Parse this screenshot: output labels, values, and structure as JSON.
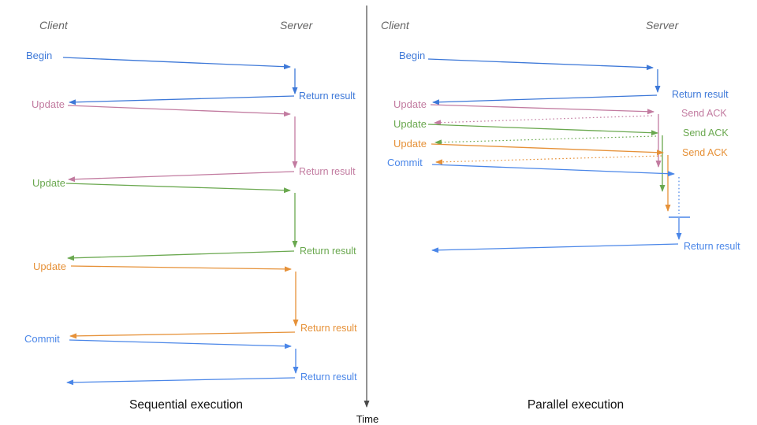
{
  "palette": {
    "blue": "#3d78d8",
    "commit_blue": "#4a86e8",
    "pink": "#c27ba0",
    "green": "#6aa84f",
    "orange": "#e69138",
    "header_gray": "#666666",
    "axis_dark": "#4a4a4a",
    "title_black": "#111111"
  },
  "time_axis": {
    "label": "Time"
  },
  "left": {
    "title": "Sequential execution",
    "client_header": "Client",
    "server_header": "Server",
    "messages": [
      {
        "label": "Begin",
        "color": "blue",
        "response": "Return result"
      },
      {
        "label": "Update",
        "color": "pink",
        "response": "Return result"
      },
      {
        "label": "Update",
        "color": "green",
        "response": "Return result"
      },
      {
        "label": "Update",
        "color": "orange",
        "response": "Return result"
      },
      {
        "label": "Commit",
        "color": "commit_blue",
        "response": "Return result"
      }
    ]
  },
  "right": {
    "title": "Parallel execution",
    "client_header": "Client",
    "server_header": "Server",
    "messages": [
      {
        "label": "Begin",
        "color": "blue",
        "response": "Return result"
      },
      {
        "label": "Update",
        "color": "pink",
        "response": "Send ACK"
      },
      {
        "label": "Update",
        "color": "green",
        "response": "Send ACK"
      },
      {
        "label": "Update",
        "color": "orange",
        "response": "Send ACK"
      },
      {
        "label": "Commit",
        "color": "commit_blue",
        "response": "Return result"
      }
    ]
  }
}
